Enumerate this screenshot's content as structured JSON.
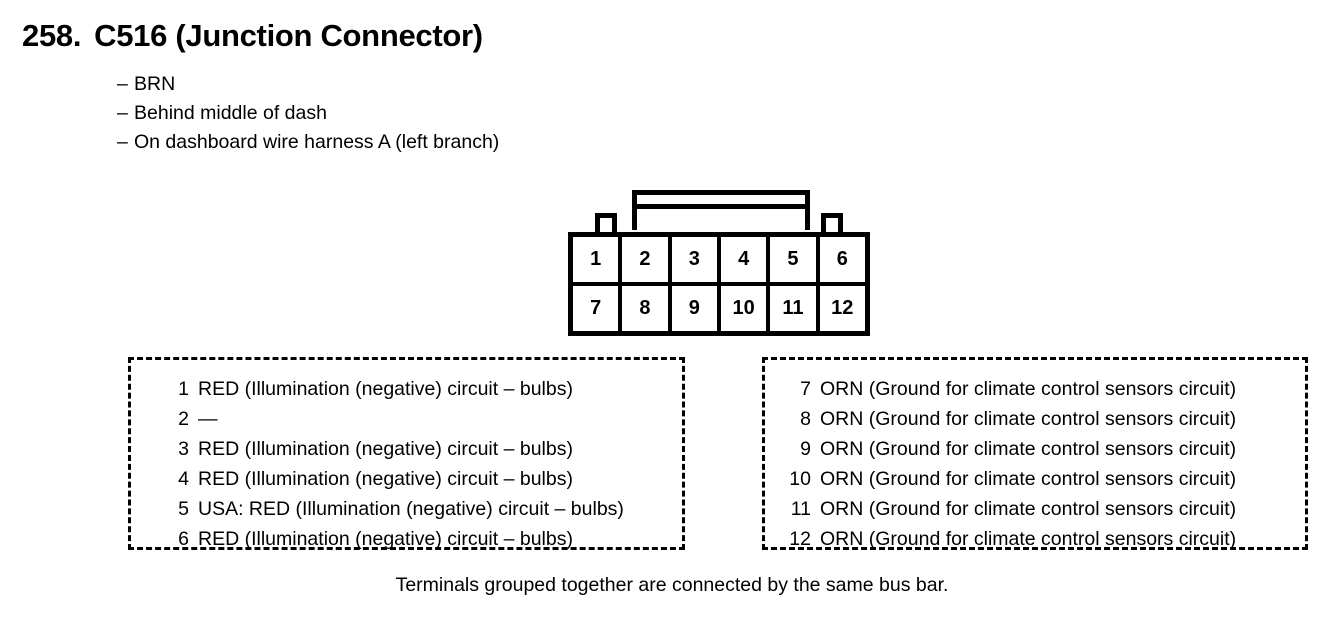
{
  "header": {
    "number": "258.",
    "title": "C516 (Junction Connector)",
    "attributes": [
      {
        "dash": "–",
        "text": "BRN"
      },
      {
        "dash": "–",
        "text": "Behind middle of dash"
      },
      {
        "dash": "–",
        "text": "On dashboard wire harness A (left branch)"
      }
    ]
  },
  "connector": {
    "rows": [
      {
        "cells": [
          "1",
          "2",
          "3",
          "4",
          "5",
          "6"
        ]
      },
      {
        "cells": [
          "7",
          "8",
          "9",
          "10",
          "11",
          "12"
        ]
      }
    ]
  },
  "pin_box_left": {
    "items": [
      {
        "pin": "1",
        "description": "RED (Illumination (negative) circuit – bulbs)"
      },
      {
        "pin": "2",
        "description": "—"
      },
      {
        "pin": "3",
        "description": "RED (Illumination (negative) circuit – bulbs)"
      },
      {
        "pin": "4",
        "description": "RED (Illumination (negative) circuit – bulbs)"
      },
      {
        "pin": "5",
        "description": "USA: RED (Illumination (negative) circuit – bulbs)"
      },
      {
        "pin": "6",
        "description": "RED (Illumination (negative) circuit – bulbs)"
      }
    ]
  },
  "pin_box_right": {
    "items": [
      {
        "pin": "7",
        "description": "ORN (Ground for climate control sensors circuit)"
      },
      {
        "pin": "8",
        "description": "ORN (Ground for climate control sensors circuit)"
      },
      {
        "pin": "9",
        "description": "ORN (Ground for climate control sensors circuit)"
      },
      {
        "pin": "10",
        "description": "ORN (Ground for climate control sensors circuit)"
      },
      {
        "pin": "11",
        "description": "ORN (Ground for climate control sensors circuit)"
      },
      {
        "pin": "12",
        "description": "ORN (Ground for climate control sensors circuit)"
      }
    ]
  },
  "footer": {
    "note": "Terminals grouped together are connected by the same bus bar."
  },
  "colors": {
    "ink": "#000000",
    "paper": "#ffffff"
  }
}
